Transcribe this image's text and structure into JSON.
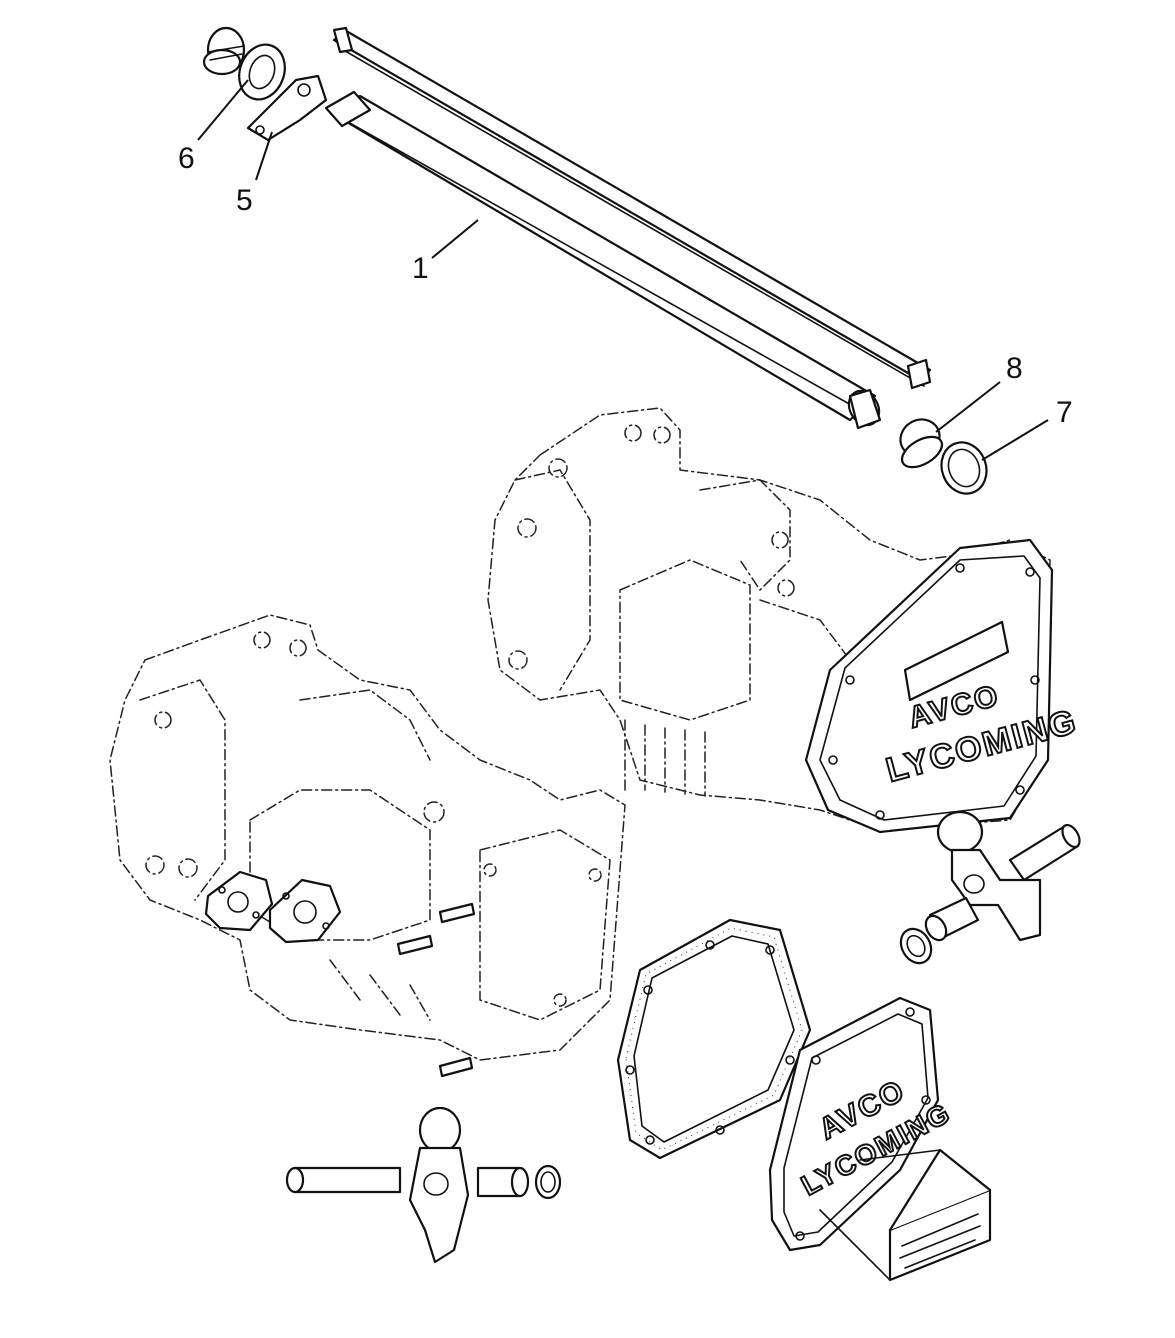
{
  "callouts": [
    {
      "id": "1",
      "label": "1"
    },
    {
      "id": "5",
      "label": "5"
    },
    {
      "id": "6",
      "label": "6"
    },
    {
      "id": "7",
      "label": "7"
    },
    {
      "id": "8",
      "label": "8"
    }
  ],
  "valve_cover_upper": {
    "line1": "AVCO",
    "line2": "LYCOMING"
  },
  "valve_cover_lower": {
    "line1": "AVCO",
    "line2": "LYCOMING"
  },
  "colors": {
    "ink": "#111111",
    "paper": "#ffffff"
  }
}
